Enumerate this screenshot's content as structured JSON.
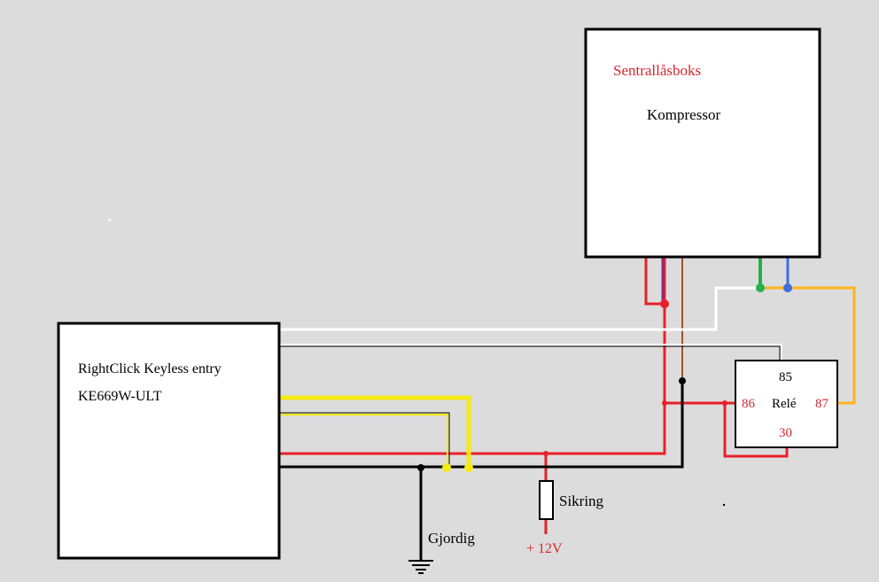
{
  "diagram": {
    "central_box": {
      "title": "Sentrallåsboks",
      "subtitle": "Kompressor"
    },
    "keyless_box": {
      "line1": "RightClick Keyless entry",
      "line2": "KE669W-ULT"
    },
    "relay": {
      "pin_85": "85",
      "pin_86": "86",
      "name": "Relé",
      "pin_87": "87",
      "pin_30": "30"
    },
    "fuse_label": "Sikring",
    "supply_label": "+ 12V",
    "ground_label": "Gjordig"
  },
  "colors": {
    "background": "#dcdcdc",
    "red": "#e8202a",
    "yellow": "#f5ea14",
    "white": "#ffffff",
    "black": "#000000",
    "brown": "#a0522d",
    "purple": "#8b2a7a",
    "green": "#22b14c",
    "blue": "#3f6fe0",
    "orange": "#ffb31a",
    "label_red": "#d8262e"
  }
}
